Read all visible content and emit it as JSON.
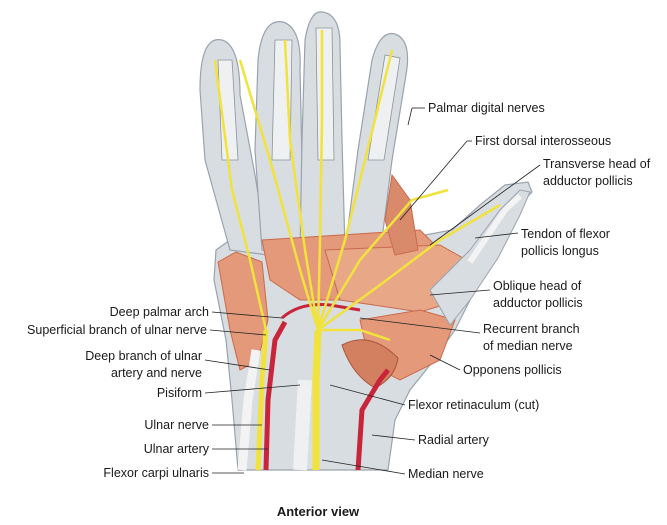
{
  "caption": "Anterior view",
  "labels": {
    "palmar_digital_nerves": "Palmar digital nerves",
    "first_dorsal_interosseous": "First dorsal interosseous",
    "transverse_head_adductor_1": "Transverse head of",
    "transverse_head_adductor_2": "adductor pollicis",
    "tendon_fpl_1": "Tendon of flexor",
    "tendon_fpl_2": "pollicis longus",
    "oblique_head_adductor_1": "Oblique head of",
    "oblique_head_adductor_2": "adductor pollicis",
    "recurrent_branch_1": "Recurrent branch",
    "recurrent_branch_2": "of median nerve",
    "opponens_pollicis": "Opponens pollicis",
    "flexor_retinaculum": "Flexor retinaculum (cut)",
    "radial_artery": "Radial artery",
    "median_nerve": "Median nerve",
    "deep_palmar_arch": "Deep palmar arch",
    "superficial_branch_ulnar_nerve": "Superficial branch of ulnar nerve",
    "deep_branch_ulnar_1": "Deep branch of ulnar",
    "deep_branch_ulnar_2": "artery and nerve",
    "pisiform": "Pisiform",
    "ulnar_nerve": "Ulnar nerve",
    "ulnar_artery": "Ulnar artery",
    "flexor_carpi_ulnaris": "Flexor carpi ulnaris"
  },
  "colors": {
    "skin": "#d8dde2",
    "skin_edge": "#9aa3ad",
    "muscle": "#e3997a",
    "muscle_dark": "#c96a4c",
    "nerve": "#f1e23c",
    "artery": "#c8243a",
    "tendon": "#f3f3f3"
  }
}
